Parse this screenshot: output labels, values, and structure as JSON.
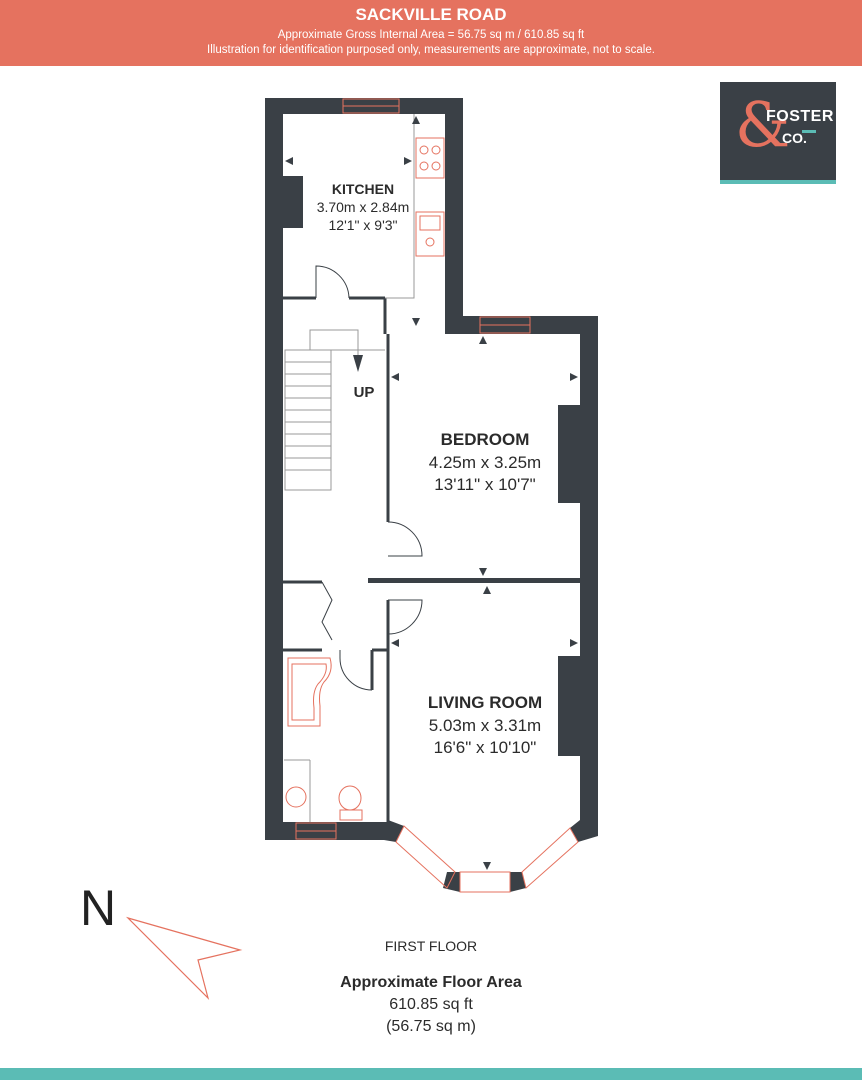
{
  "header": {
    "title": "SACKVILLE ROAD",
    "line1": "Approximate Gross Internal Area = 56.75 sq m / 610.85 sq ft",
    "line2": "Illustration for identification purposed only, measurements are approximate, not to scale."
  },
  "logo": {
    "word1": "FOSTER",
    "word2": "CO.",
    "ampersand": "&"
  },
  "rooms": {
    "kitchen": {
      "name": "KITCHEN",
      "metric": "3.70m x 2.84m",
      "imperial": "12'1\" x 9'3\""
    },
    "bedroom": {
      "name": "BEDROOM",
      "metric": "4.25m x 3.25m",
      "imperial": "13'11\" x 10'7\""
    },
    "living": {
      "name": "LIVING ROOM",
      "metric": "5.03m x 3.31m",
      "imperial": "16'6\" x 10'10\""
    }
  },
  "stairs_label": "UP",
  "compass_label": "N",
  "footer": {
    "floor": "FIRST FLOOR",
    "area_title": "Approximate Floor Area",
    "area_sqft": "610.85 sq ft",
    "area_sqm": "(56.75 sq m)"
  },
  "colors": {
    "header": "#e5725f",
    "wall": "#3a4046",
    "accent": "#5bbcb5",
    "fixture": "#e5725f"
  }
}
